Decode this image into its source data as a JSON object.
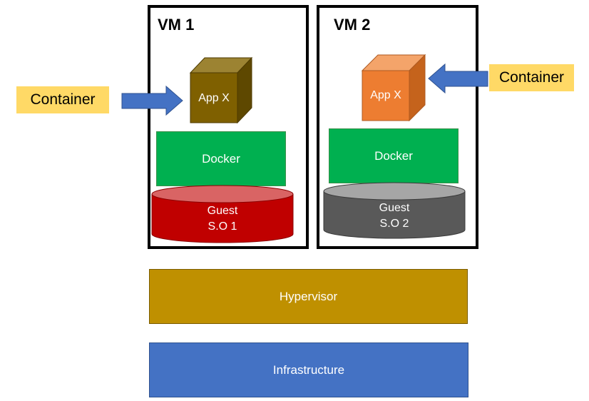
{
  "vm1": {
    "title": "VM 1",
    "app_label": "App X",
    "docker_label": "Docker",
    "os_line1": "Guest",
    "os_line2": "S.O 1",
    "callout": "Container"
  },
  "vm2": {
    "title": "VM 2",
    "app_label": "App X",
    "docker_label": "Docker",
    "os_line1": "Guest",
    "os_line2": "S.O 2",
    "callout": "Container"
  },
  "hypervisor_label": "Hypervisor",
  "infrastructure_label": "Infrastructure",
  "colors": {
    "docker": "#00b050",
    "hypervisor": "#bf9000",
    "infrastructure": "#4472c4",
    "arrow": "#4472c4",
    "callout": "#ffd966",
    "os1": "#c00000",
    "os2": "#595959",
    "app1": "#7f6000",
    "app2": "#ed7d31"
  }
}
